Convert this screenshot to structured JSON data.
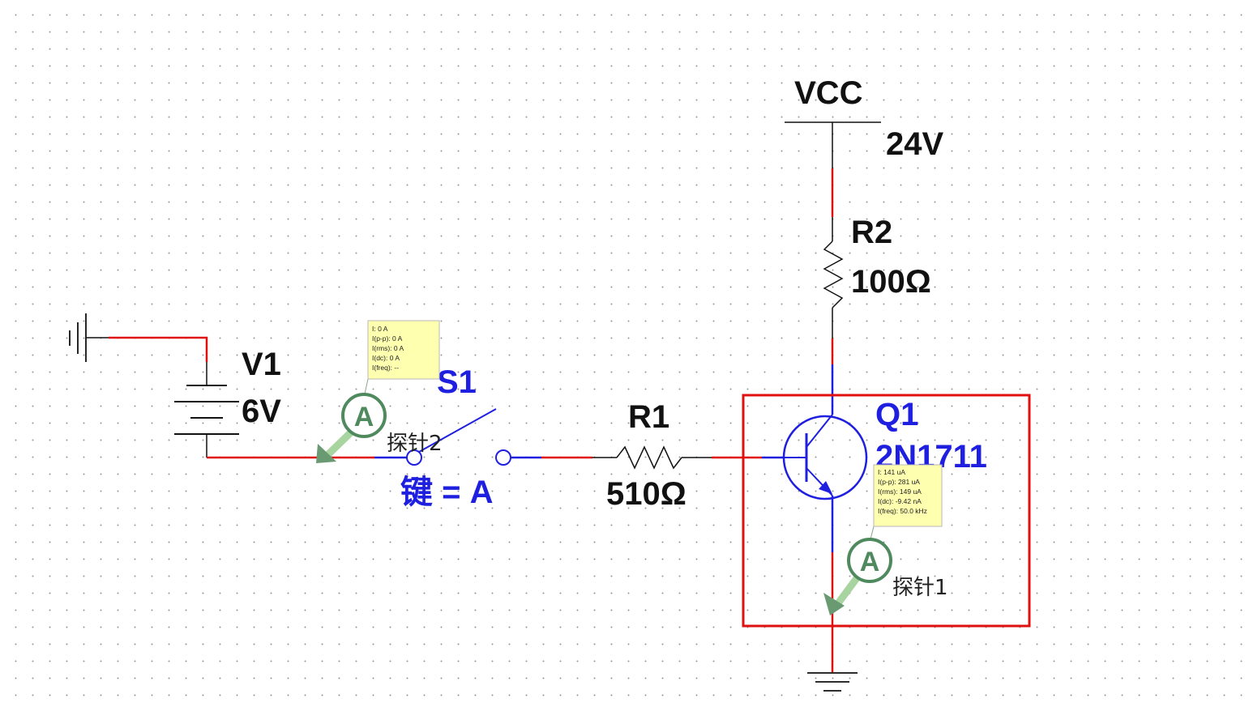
{
  "vcc": {
    "label": "VCC",
    "voltage": "24V"
  },
  "v1": {
    "name": "V1",
    "value": "6V"
  },
  "s1": {
    "name": "S1",
    "key": "键 = A"
  },
  "r1": {
    "name": "R1",
    "value": "510Ω"
  },
  "r2": {
    "name": "R2",
    "value": "100Ω"
  },
  "q1": {
    "name": "Q1",
    "model": "2N1711"
  },
  "probe1": {
    "name": "探针1",
    "letter": "A",
    "readings": [
      "I: 141 uA",
      "I(p-p): 281 uA",
      "I(rms): 149 uA",
      "I(dc): -9.42 nA",
      "I(freq): 50.0 kHz"
    ]
  },
  "probe2": {
    "name": "探针2",
    "letter": "A",
    "readings": [
      "I: 0 A",
      "I(p-p): 0 A",
      "I(rms): 0 A",
      "I(dc): 0 A",
      "I(freq): --"
    ]
  },
  "colors": {
    "wire_red": "#e01010",
    "wire_blue": "#1f1fe0",
    "component": "#111111",
    "selection_box": "#e01010",
    "probe_green": "#4f8a5f",
    "tooltip_bg": "#ffffb0"
  }
}
